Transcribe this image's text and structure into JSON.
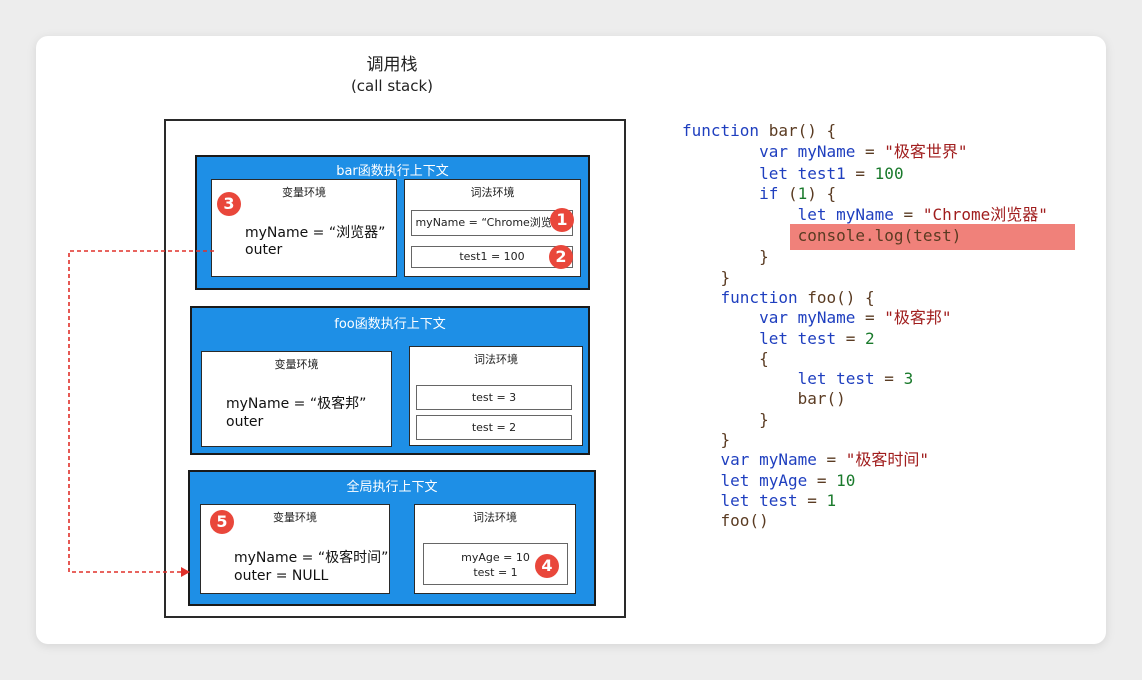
{
  "diagram": {
    "title": "调用栈",
    "subtitle": "(call stack)",
    "contexts": {
      "bar": {
        "title": "bar函数执行上下文",
        "var_env_label": "变量环境",
        "lex_env_label": "词法环境",
        "var_lines": [
          "myName = “浏览器”",
          "outer"
        ],
        "lex_slots": [
          "myName = “Chrome浏览器”",
          "test1 = 100"
        ]
      },
      "foo": {
        "title": "foo函数执行上下文",
        "var_env_label": "变量环境",
        "lex_env_label": "词法环境",
        "var_lines": [
          "myName = “极客邦”",
          "outer"
        ],
        "lex_slots": [
          "test = 3",
          "test = 2"
        ]
      },
      "global": {
        "title": "全局执行上下文",
        "var_env_label": "变量环境",
        "lex_env_label": "词法环境",
        "var_lines": [
          "myName = “极客时间”",
          "outer = NULL"
        ],
        "lex_slots": [
          "myAge = 10",
          "test = 1"
        ]
      }
    },
    "badges": [
      "1",
      "2",
      "3",
      "4",
      "5"
    ],
    "colors": {
      "context": "#1e8fe6",
      "badge": "#e9473b",
      "arrow": "#e0302a",
      "highlight": "#f0817a"
    }
  },
  "code": {
    "lines": [
      [
        {
          "t": "function ",
          "c": "kw"
        },
        {
          "t": "bar",
          "c": "fn"
        },
        {
          "t": "() {",
          "c": "fn"
        }
      ],
      [
        {
          "t": "        var ",
          "c": "kw"
        },
        {
          "t": "myName",
          "c": "kw"
        },
        {
          "t": " = ",
          "c": "fn"
        },
        {
          "t": "\"极客世界\"",
          "c": "str"
        }
      ],
      [
        {
          "t": "        let ",
          "c": "kw"
        },
        {
          "t": "test1",
          "c": "kw"
        },
        {
          "t": " = ",
          "c": "fn"
        },
        {
          "t": "100",
          "c": "num"
        }
      ],
      [
        {
          "t": "        if ",
          "c": "kw"
        },
        {
          "t": "(",
          "c": "fn"
        },
        {
          "t": "1",
          "c": "num"
        },
        {
          "t": ") {",
          "c": "fn"
        }
      ],
      [
        {
          "t": "            let ",
          "c": "kw"
        },
        {
          "t": "myName",
          "c": "kw"
        },
        {
          "t": " = ",
          "c": "fn"
        },
        {
          "t": "\"Chrome浏览器\"",
          "c": "str"
        }
      ],
      [
        {
          "t": "            console.",
          "c": "fn"
        },
        {
          "t": "log",
          "c": "fn"
        },
        {
          "t": "(test)",
          "c": "fn"
        }
      ],
      [
        {
          "t": "        }",
          "c": "fn"
        }
      ],
      [
        {
          "t": "    }",
          "c": "fn"
        }
      ],
      [
        {
          "t": "    function ",
          "c": "kw"
        },
        {
          "t": "foo",
          "c": "fn"
        },
        {
          "t": "() {",
          "c": "fn"
        }
      ],
      [
        {
          "t": "        var ",
          "c": "kw"
        },
        {
          "t": "myName",
          "c": "kw"
        },
        {
          "t": " = ",
          "c": "fn"
        },
        {
          "t": "\"极客邦\"",
          "c": "str"
        }
      ],
      [
        {
          "t": "        let ",
          "c": "kw"
        },
        {
          "t": "test",
          "c": "kw"
        },
        {
          "t": " = ",
          "c": "fn"
        },
        {
          "t": "2",
          "c": "num"
        }
      ],
      [
        {
          "t": "        {",
          "c": "fn"
        }
      ],
      [
        {
          "t": "            let ",
          "c": "kw"
        },
        {
          "t": "test",
          "c": "kw"
        },
        {
          "t": " = ",
          "c": "fn"
        },
        {
          "t": "3",
          "c": "num"
        }
      ],
      [
        {
          "t": "            bar()",
          "c": "fn"
        }
      ],
      [
        {
          "t": "        }",
          "c": "fn"
        }
      ],
      [
        {
          "t": "    }",
          "c": "fn"
        }
      ],
      [
        {
          "t": "    var ",
          "c": "kw"
        },
        {
          "t": "myName",
          "c": "kw"
        },
        {
          "t": " = ",
          "c": "fn"
        },
        {
          "t": "\"极客时间\"",
          "c": "str"
        }
      ],
      [
        {
          "t": "    let ",
          "c": "kw"
        },
        {
          "t": "myAge",
          "c": "kw"
        },
        {
          "t": " = ",
          "c": "fn"
        },
        {
          "t": "10",
          "c": "num"
        }
      ],
      [
        {
          "t": "    let ",
          "c": "kw"
        },
        {
          "t": "test",
          "c": "kw"
        },
        {
          "t": " = ",
          "c": "fn"
        },
        {
          "t": "1",
          "c": "num"
        }
      ],
      [
        {
          "t": "    foo()",
          "c": "fn"
        }
      ]
    ]
  }
}
